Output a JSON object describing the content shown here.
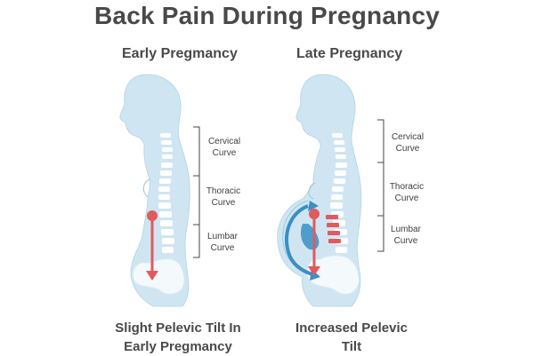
{
  "title": "Back Pain During Pregnancy",
  "panels": [
    {
      "heading": "Early Pregmancy",
      "caption_line1": "Slight Pelevic Tilt In",
      "caption_line2": "Early Pregmancy",
      "labels": [
        {
          "line1": "Cervical",
          "line2": "Curve"
        },
        {
          "line1": "Thoracic",
          "line2": "Curve"
        },
        {
          "line1": "Lumbar",
          "line2": "Curve"
        }
      ]
    },
    {
      "heading": "Late Pregnancy",
      "caption_line1": "Increased Pelevic",
      "caption_line2": "Tilt",
      "labels": [
        {
          "line1": "Cervical",
          "line2": "Curve"
        },
        {
          "line1": "Thoracic",
          "line2": "Curve"
        },
        {
          "line1": "Lumbar",
          "line2": "Curve"
        }
      ]
    }
  ],
  "colors": {
    "body_fill": "#cfe6f2",
    "body_stroke": "#9cc7df",
    "spine": "#ffffff",
    "pelvis": "#f4f9fc",
    "arrow_red": "#e05a5e",
    "arrow_blue": "#3a8fc4",
    "bracket": "#444444",
    "text": "#4a4848"
  }
}
